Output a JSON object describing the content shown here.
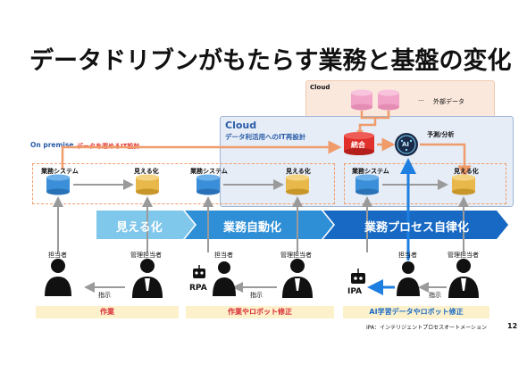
{
  "title": "データドリブンがもたらす業務と基盤の変化",
  "cloud_top": {
    "label": "Cloud",
    "external": "外部データ",
    "dots": "…"
  },
  "cloud_main": {
    "label": "Cloud",
    "sublabel": "データ利活用へのIT再設計"
  },
  "onprem": {
    "label": "On premise",
    "sublabel": "データを溜めるIT設計"
  },
  "integration": "統合",
  "ai": "AI",
  "forecast": "予測/分析",
  "systems": {
    "g1_sys": "業務システム",
    "g1_vis": "見える化",
    "g2_sys": "業務システム",
    "g2_vis": "見える化",
    "g3_sys": "業務システム",
    "g3_vis": "見える化"
  },
  "bands": [
    "見える化",
    "業務自動化",
    "業務プロセス自律化"
  ],
  "roles": {
    "p1": "担当者",
    "p2": "管理担当者",
    "p3": "担当者",
    "p4": "管理担当者",
    "p5": "担当者",
    "p6": "管理担当者",
    "instr1": "指示",
    "instr2": "指示",
    "instr3": "指示",
    "rpa": "RPA",
    "ipa": "IPA"
  },
  "bottom": [
    "作業",
    "作業やロボット修正",
    "AI学習データやロボット修正"
  ],
  "footnote": "IPA：インテリジェントプロセスオートメーション",
  "page": "12",
  "colors": {
    "band1": "#7fc8ec",
    "band2": "#2e8fd6",
    "band3": "#1769c4",
    "cylinder_blue": "#3a8fd8",
    "cylinder_gold": "#e9b84a",
    "cylinder_pink": "#f2a3c8",
    "red": "#e0302b",
    "orange": "#ef9c6a"
  }
}
